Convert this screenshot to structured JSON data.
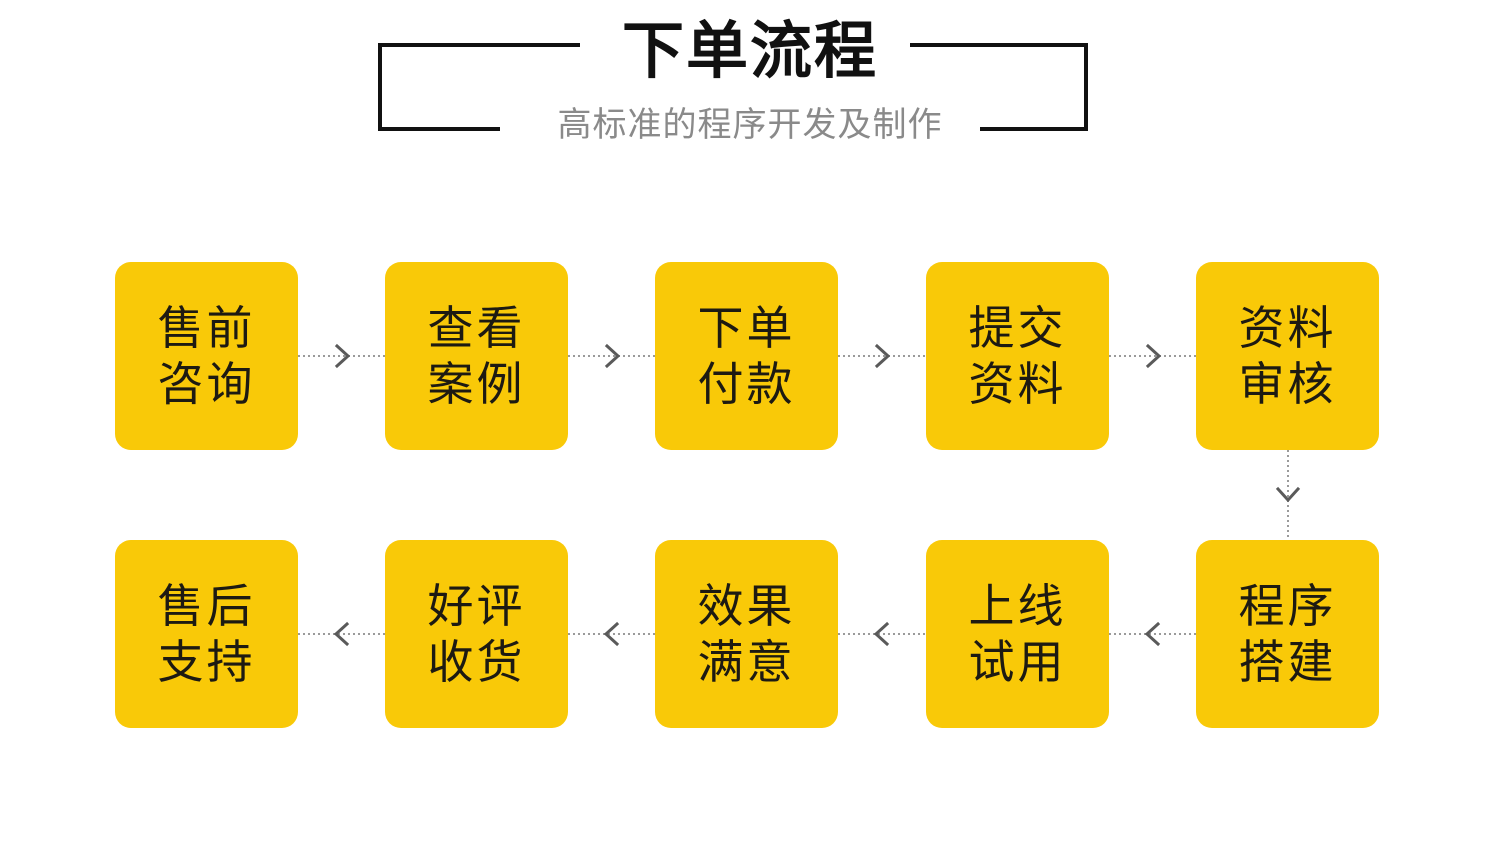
{
  "header": {
    "title": "下单流程",
    "subtitle": "高标准的程序开发及制作",
    "frame_color": "#111111",
    "title_color": "#111111",
    "subtitle_color": "#8a8a8a"
  },
  "theme": {
    "box_fill": "#f9c908",
    "box_text": "#1d1a12",
    "connector_color": "#9a9a9a",
    "chevron_color": "#5a5a5a",
    "background": "#ffffff"
  },
  "chart_data": {
    "type": "diagram",
    "diagram_kind": "serpentine-flowchart",
    "title": "下单流程",
    "subtitle": "高标准的程序开发及制作",
    "step_count": 10,
    "rows": 2,
    "columns": 5,
    "row_directions": [
      "left-to-right",
      "right-to-left"
    ],
    "steps": [
      {
        "order": 1,
        "row": 1,
        "col": 1,
        "line1": "售前",
        "line2": "咨询"
      },
      {
        "order": 2,
        "row": 1,
        "col": 2,
        "line1": "查看",
        "line2": "案例"
      },
      {
        "order": 3,
        "row": 1,
        "col": 3,
        "line1": "下单",
        "line2": "付款"
      },
      {
        "order": 4,
        "row": 1,
        "col": 4,
        "line1": "提交",
        "line2": "资料"
      },
      {
        "order": 5,
        "row": 1,
        "col": 5,
        "line1": "资料",
        "line2": "审核"
      },
      {
        "order": 6,
        "row": 2,
        "col": 5,
        "line1": "程序",
        "line2": "搭建"
      },
      {
        "order": 7,
        "row": 2,
        "col": 4,
        "line1": "上线",
        "line2": "试用"
      },
      {
        "order": 8,
        "row": 2,
        "col": 3,
        "line1": "效果",
        "line2": "满意"
      },
      {
        "order": 9,
        "row": 2,
        "col": 2,
        "line1": "好评",
        "line2": "收货"
      },
      {
        "order": 10,
        "row": 2,
        "col": 1,
        "line1": "售后",
        "line2": "支持"
      }
    ],
    "connectors": [
      {
        "from": 1,
        "to": 2,
        "direction": "right",
        "style": "dotted",
        "arrow": "chevron"
      },
      {
        "from": 2,
        "to": 3,
        "direction": "right",
        "style": "dotted",
        "arrow": "chevron"
      },
      {
        "from": 3,
        "to": 4,
        "direction": "right",
        "style": "dotted",
        "arrow": "chevron"
      },
      {
        "from": 4,
        "to": 5,
        "direction": "right",
        "style": "dotted",
        "arrow": "chevron"
      },
      {
        "from": 5,
        "to": 6,
        "direction": "down",
        "style": "dotted",
        "arrow": "chevron"
      },
      {
        "from": 6,
        "to": 7,
        "direction": "left",
        "style": "dotted",
        "arrow": "chevron"
      },
      {
        "from": 7,
        "to": 8,
        "direction": "left",
        "style": "dotted",
        "arrow": "chevron"
      },
      {
        "from": 8,
        "to": 9,
        "direction": "left",
        "style": "dotted",
        "arrow": "chevron"
      },
      {
        "from": 9,
        "to": 10,
        "direction": "left",
        "style": "dotted",
        "arrow": "chevron"
      }
    ]
  }
}
